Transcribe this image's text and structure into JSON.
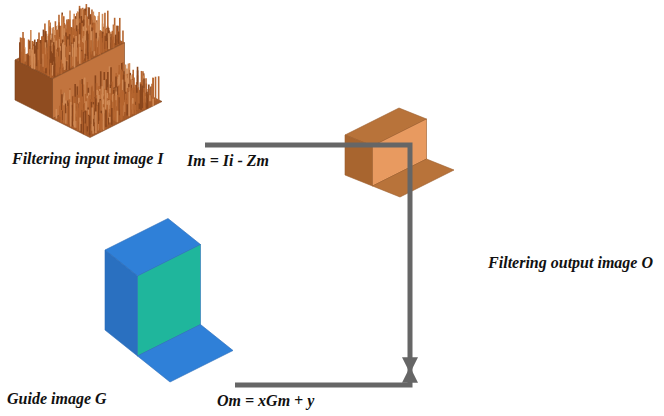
{
  "diagram": {
    "nodes": [
      {
        "text": [
          "Filtering input image I"
        ]
      },
      {
        "text": [
          "Filtering output image O"
        ]
      },
      {
        "text": [
          "Guide image G"
        ]
      }
    ],
    "edges": [
      {
        "from": 0,
        "to": 1,
        "arrow": "to",
        "label": "Im = Ii - Zm"
      },
      {
        "from": 2,
        "to": 1,
        "arrow": "to",
        "label": "Om = xGm + y"
      }
    ]
  }
}
